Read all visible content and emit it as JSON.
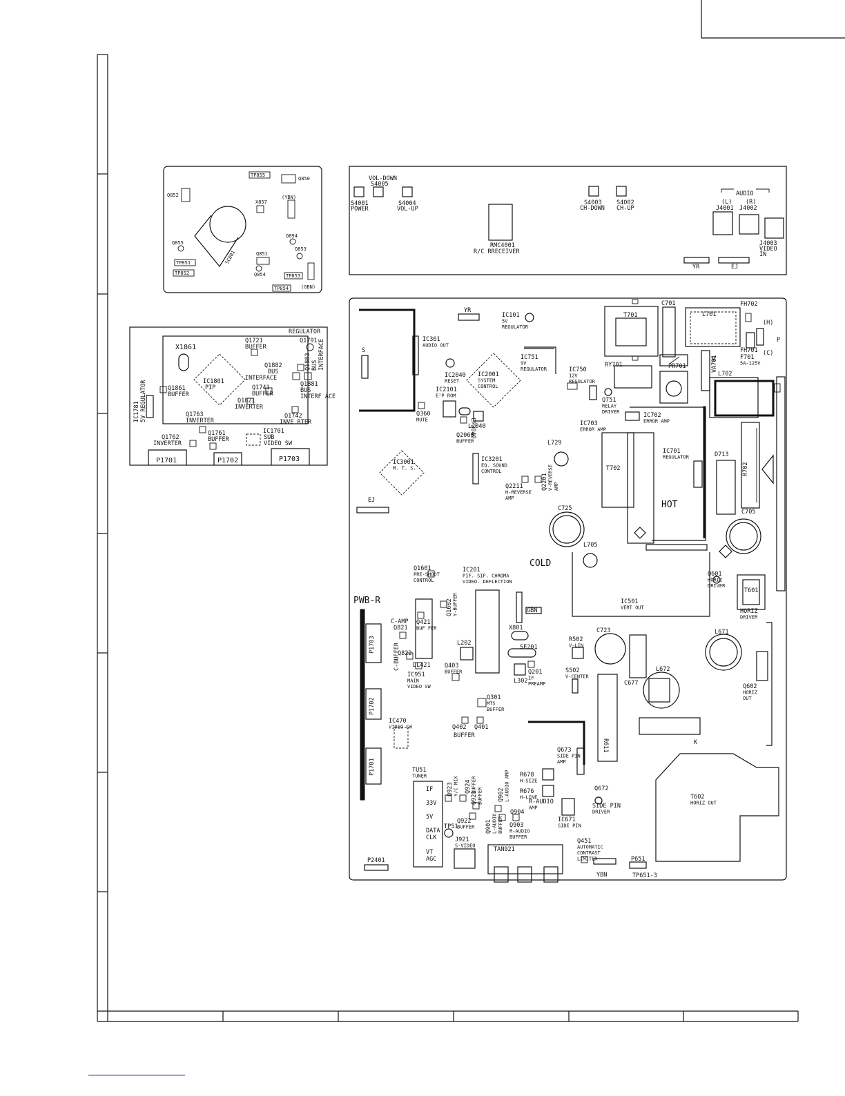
{
  "board_q": {
    "labels": [
      "TP855",
      "Q850",
      "Q852",
      "X857",
      "(YBN)",
      "SC801",
      "Q855",
      "Q894",
      "Q853",
      "Q851",
      "TP851",
      "TP852",
      "Q854",
      "TP853",
      "TP854",
      "(GBN)"
    ]
  },
  "board_ctrl": {
    "vol_down": "VOL-DOWN",
    "s4005": "S4005",
    "s4001": "S4001",
    "power": "POWER",
    "s4004": "S4004",
    "vol_up": "VOL-UP",
    "s4003": "S4003",
    "ch_down": "CH-DOWN",
    "s4002": "S4002",
    "ch_up": "CH-UP",
    "audio": "AUDIO",
    "audio_l": "(L)",
    "audio_r": "(R)",
    "j4001": "J4001",
    "j4002": "J4002",
    "j4003": "J4003",
    "video": "VIDEO",
    "in": "IN",
    "rmc4001": "RMC4001",
    "rc_receiver": "R/C RRECEIVER",
    "yr": "YR",
    "ej": "EJ"
  },
  "board_pip": {
    "regulator": "REGULATOR",
    "labels": [
      [
        "X1861"
      ],
      [
        "Q1721",
        "BUFFER"
      ],
      [
        "Q1791"
      ],
      [
        "Q1883",
        "BUS",
        "INTERFACE"
      ],
      [
        "Q1882",
        "BUS",
        "INTERFACE"
      ],
      [
        "IC1801",
        "PIP"
      ],
      [
        "Q1741",
        "BUFFER"
      ],
      [
        "Q1881",
        "BUS",
        "INTERF ACE"
      ],
      [
        "Q1861",
        "BUFFER"
      ],
      [
        "IC1781",
        "5V REGULATOR"
      ],
      [
        "Q1821",
        "INVERTER"
      ],
      [
        "Q1763",
        "INVERTER"
      ],
      [
        "Q1742",
        "INVE RTER"
      ],
      [
        "IC1701",
        "SUB",
        "VIDEO SW"
      ],
      [
        "Q1762",
        "INVERTER"
      ],
      [
        "Q1761",
        "BUFFER"
      ],
      [
        "P1701"
      ],
      [
        "P1702"
      ],
      [
        "P1703"
      ]
    ]
  },
  "board_main": {
    "pwb": "PWB-R",
    "hot": "HOT",
    "cold": "COLD",
    "labels": [
      [
        "YR"
      ],
      [
        "IC101",
        "5V",
        "REGULATOR"
      ],
      [
        "S"
      ],
      [
        "IC361",
        "AUDIO OUT"
      ],
      [
        "IC751",
        "9V",
        "REGULATOR"
      ],
      [
        "IC2040",
        "RESET"
      ],
      [
        "IC2001",
        "SYSTEM",
        "CONTROL"
      ],
      [
        "IC2101",
        "E²P ROM"
      ],
      [
        "CF2040"
      ],
      [
        "Q360",
        "MUTE"
      ],
      [
        "L2040"
      ],
      [
        "Q2060",
        "BUFFER"
      ],
      [
        "IC750",
        "12V",
        "REGULATOR"
      ],
      [
        "T701"
      ],
      [
        "C701"
      ],
      [
        "L701"
      ],
      [
        "FH702"
      ],
      [
        "(H)"
      ],
      [
        "P"
      ],
      [
        "FH701"
      ],
      [
        "(C)"
      ],
      [
        "F701",
        "5A-125V"
      ],
      [
        "VA701"
      ],
      [
        "M"
      ],
      [
        "RY701"
      ],
      [
        "L702"
      ],
      [
        "PR701"
      ],
      [
        "Q751",
        "RELAY",
        "DRIVER"
      ],
      [
        "IC702",
        "ERROR AMP"
      ],
      [
        "IC703",
        "ERROR AMP"
      ],
      [
        "L729"
      ],
      [
        "IC701",
        "REGULATOR"
      ],
      [
        "T702"
      ],
      [
        "D713"
      ],
      [
        "R702"
      ],
      [
        "IC3001",
        "M. T. S."
      ],
      [
        "IC3201",
        "EQ. SOUND",
        "CONTROL"
      ],
      [
        "Q2201",
        "V-REVERSE",
        "AMP"
      ],
      [
        "Q2211",
        "H-REVERSE",
        "AMP"
      ],
      [
        "EJ"
      ],
      [
        "C725"
      ],
      [
        "C705"
      ],
      [
        "L705"
      ],
      [
        "Q1601",
        "PRE-SHOOT",
        "CONTROL"
      ],
      [
        "IC201",
        "PIF. SIF. CHROMA",
        "VIDEO. DEFLECTION"
      ],
      [
        "Q601",
        "HORIZ",
        "DRIVER"
      ],
      [
        "T601"
      ],
      [
        "HORIZ",
        "DRIVER"
      ],
      [
        "Q1602",
        "Y-BUFFER"
      ],
      [
        "GBN"
      ],
      [
        "IC501",
        "VERT OUT"
      ],
      [
        "C-AMP"
      ],
      [
        "Q821"
      ],
      [
        "Q421",
        "BUF FER"
      ],
      [
        "X801"
      ],
      [
        "P1703"
      ],
      [
        "C-BUFFER"
      ],
      [
        "Q822"
      ],
      [
        "DL421"
      ],
      [
        "L202"
      ],
      [
        "SF201"
      ],
      [
        "R502",
        "V-LIN"
      ],
      [
        "C723"
      ],
      [
        "L671"
      ],
      [
        "IC951",
        "MAIN",
        "VIDEO SW"
      ],
      [
        "Q403",
        "BUFFER"
      ],
      [
        "L302"
      ],
      [
        "Q201",
        "IF",
        "PREAMP"
      ],
      [
        "S502",
        "V-CENTER"
      ],
      [
        "C677"
      ],
      [
        "L672"
      ],
      [
        "Q602",
        "HORIZ",
        "OUT"
      ],
      [
        "Q301",
        "MTS",
        "BUFFER"
      ],
      [
        "P1702"
      ],
      [
        "R611"
      ],
      [
        "IC470",
        "VIDEO SW"
      ],
      [
        "Q402"
      ],
      [
        "Q401"
      ],
      [
        "BUFFER"
      ],
      [
        "K"
      ],
      [
        "Q673",
        "SIDE PIN",
        "AMP"
      ],
      [
        "P1701"
      ],
      [
        "TU51",
        "TUNER"
      ],
      [
        "IF"
      ],
      [
        "33V"
      ],
      [
        "5V"
      ],
      [
        "DATA"
      ],
      [
        "CLK"
      ],
      [
        "VT"
      ],
      [
        "AGC"
      ],
      [
        "Q923",
        "Y/C MIX"
      ],
      [
        "Q924",
        "BUFFER"
      ],
      [
        "Q921",
        "BUFFER"
      ],
      [
        "Q902",
        "L-AUDIO AMP"
      ],
      [
        "R678",
        "H-SIZE"
      ],
      [
        "R676",
        "H-LINE"
      ],
      [
        "R-AUDIO",
        "AMP"
      ],
      [
        "Q904"
      ],
      [
        "Q672"
      ],
      [
        "SIDE PIN",
        "DRIVER"
      ],
      [
        "T602",
        "HORIZ OUT"
      ],
      [
        "Q922",
        "BUFFER"
      ],
      [
        "Q901",
        "L-AUDIO",
        "BUFFER"
      ],
      [
        "Q903",
        "R-AUDIO",
        "BUFFER"
      ],
      [
        "IC671",
        "SIDE PIN"
      ],
      [
        "TP51"
      ],
      [
        "J921",
        "S-VIDEO"
      ],
      [
        "TAN921"
      ],
      [
        "Q451",
        "AUTOMATIC",
        "CONTRAST",
        "LIMITER"
      ],
      [
        "P651"
      ],
      [
        "YBN"
      ],
      [
        "TP651-3"
      ],
      [
        "P2401"
      ]
    ]
  }
}
